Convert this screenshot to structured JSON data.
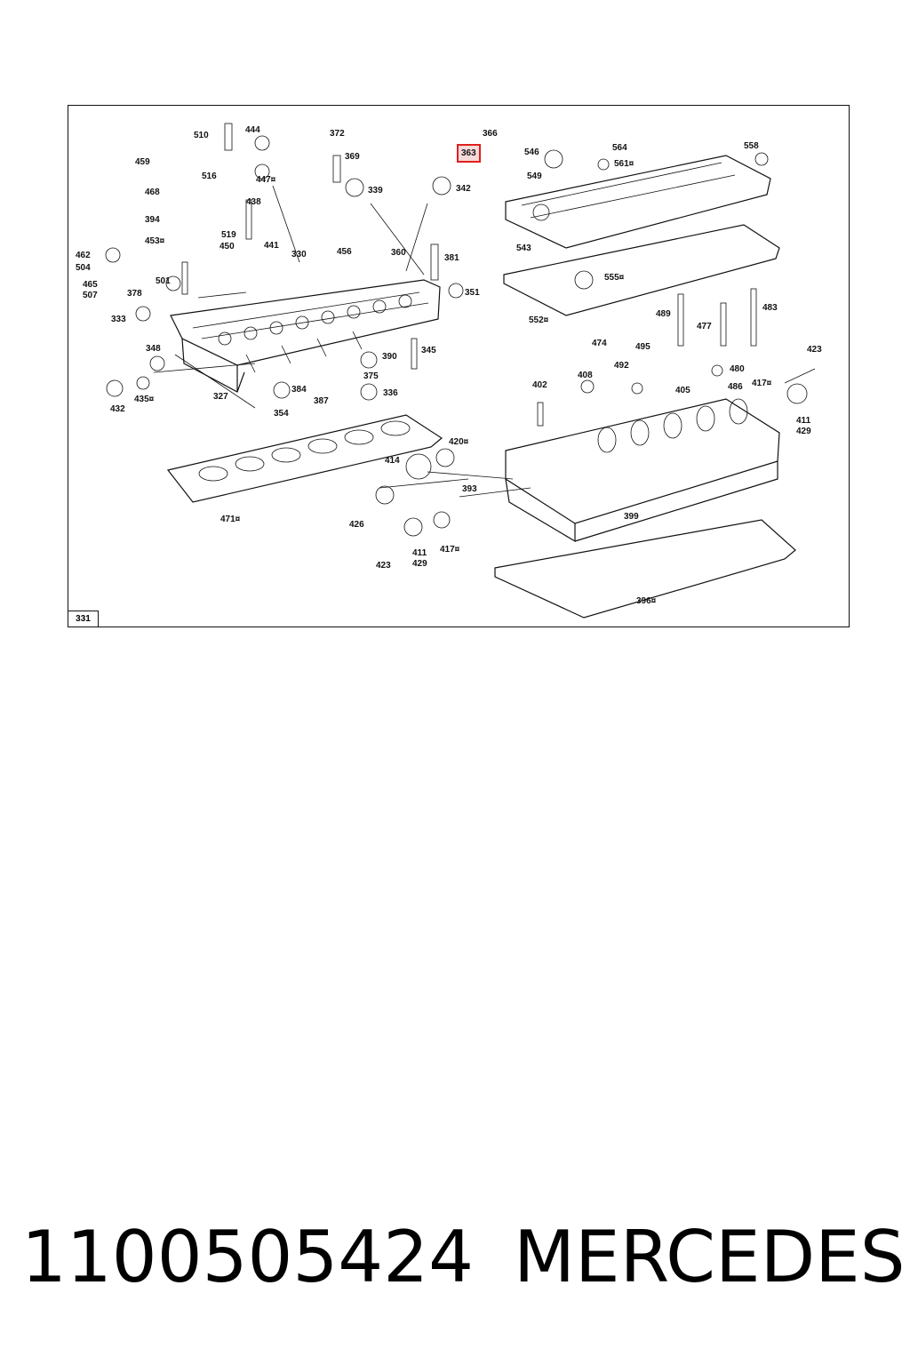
{
  "diagram": {
    "page_number": "331",
    "highlighted_part": "363",
    "highlight_color": "#e0201d",
    "labels": [
      {
        "id": "510",
        "text": "510"
      },
      {
        "id": "444",
        "text": "444"
      },
      {
        "id": "372",
        "text": "372"
      },
      {
        "id": "366",
        "text": "366"
      },
      {
        "id": "363",
        "text": "363"
      },
      {
        "id": "546",
        "text": "546"
      },
      {
        "id": "564",
        "text": "564"
      },
      {
        "id": "558",
        "text": "558"
      },
      {
        "id": "459",
        "text": "459"
      },
      {
        "id": "516",
        "text": "516"
      },
      {
        "id": "447",
        "text": "447¤"
      },
      {
        "id": "369",
        "text": "369"
      },
      {
        "id": "561",
        "text": "561¤"
      },
      {
        "id": "549",
        "text": "549"
      },
      {
        "id": "468",
        "text": "468"
      },
      {
        "id": "339",
        "text": "339"
      },
      {
        "id": "342",
        "text": "342"
      },
      {
        "id": "438",
        "text": "438"
      },
      {
        "id": "394",
        "text": "394"
      },
      {
        "id": "453",
        "text": "453¤"
      },
      {
        "id": "519",
        "text": "519"
      },
      {
        "id": "450",
        "text": "450"
      },
      {
        "id": "441",
        "text": "441"
      },
      {
        "id": "330",
        "text": "330"
      },
      {
        "id": "456",
        "text": "456"
      },
      {
        "id": "360",
        "text": "360"
      },
      {
        "id": "381",
        "text": "381"
      },
      {
        "id": "543",
        "text": "543"
      },
      {
        "id": "462",
        "text": "462"
      },
      {
        "id": "504",
        "text": "504"
      },
      {
        "id": "501",
        "text": "501"
      },
      {
        "id": "555",
        "text": "555¤"
      },
      {
        "id": "465",
        "text": "465"
      },
      {
        "id": "507",
        "text": "507"
      },
      {
        "id": "378",
        "text": "378"
      },
      {
        "id": "351",
        "text": "351"
      },
      {
        "id": "483",
        "text": "483"
      },
      {
        "id": "489",
        "text": "489"
      },
      {
        "id": "333",
        "text": "333"
      },
      {
        "id": "552",
        "text": "552¤"
      },
      {
        "id": "477",
        "text": "477"
      },
      {
        "id": "474",
        "text": "474"
      },
      {
        "id": "495",
        "text": "495"
      },
      {
        "id": "348",
        "text": "348"
      },
      {
        "id": "345",
        "text": "345"
      },
      {
        "id": "423a",
        "text": "423"
      },
      {
        "id": "390",
        "text": "390"
      },
      {
        "id": "492",
        "text": "492"
      },
      {
        "id": "480",
        "text": "480"
      },
      {
        "id": "375",
        "text": "375"
      },
      {
        "id": "408",
        "text": "408"
      },
      {
        "id": "417a",
        "text": "417¤"
      },
      {
        "id": "402",
        "text": "402"
      },
      {
        "id": "384",
        "text": "384"
      },
      {
        "id": "336",
        "text": "336"
      },
      {
        "id": "405",
        "text": "405"
      },
      {
        "id": "486",
        "text": "486"
      },
      {
        "id": "432",
        "text": "432"
      },
      {
        "id": "435",
        "text": "435¤"
      },
      {
        "id": "327",
        "text": "327"
      },
      {
        "id": "387",
        "text": "387"
      },
      {
        "id": "411a",
        "text": "411"
      },
      {
        "id": "429a",
        "text": "429"
      },
      {
        "id": "354",
        "text": "354"
      },
      {
        "id": "420",
        "text": "420¤"
      },
      {
        "id": "414",
        "text": "414"
      },
      {
        "id": "393",
        "text": "393"
      },
      {
        "id": "471",
        "text": "471¤"
      },
      {
        "id": "426",
        "text": "426"
      },
      {
        "id": "399",
        "text": "399"
      },
      {
        "id": "417b",
        "text": "417¤"
      },
      {
        "id": "411b",
        "text": "411"
      },
      {
        "id": "429b",
        "text": "429"
      },
      {
        "id": "423b",
        "text": "423"
      },
      {
        "id": "396",
        "text": "396¤"
      }
    ]
  },
  "caption": {
    "part_number": "1100505424",
    "brand": "MERCEDES"
  }
}
